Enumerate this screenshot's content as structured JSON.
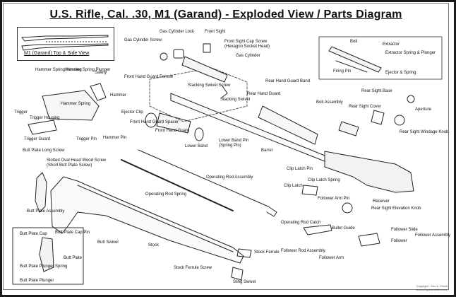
{
  "title": "U.S. Rifle, Cal. .30, M1 (Garand) - Exploded View / Parts Diagram",
  "inset_label": "M1 (Garand) Top & Side View",
  "labels": {
    "gas_cylinder_screw": "Gas Cylinder Screw",
    "gas_cylinder_lock": "Gas Cylinder Lock",
    "front_sight": "Front Sight",
    "front_sight_cap_screw": "Front Sight Cap Screw",
    "hexagon_socket_head": "(Hexagon Socket Head)",
    "gas_cylinder": "Gas Cylinder",
    "hammer_spring_housing": "Hammer Spring Housing",
    "hammer_spring_plunger": "Hammer Spring Plunger",
    "safety": "Safety",
    "hammer": "Hammer",
    "hammer_spring": "Hammer Spring",
    "trigger": "Trigger",
    "trigger_housing": "Trigger Housing",
    "trigger_guard": "Trigger Guard",
    "trigger_pin": "Trigger Pin",
    "hammer_pin": "Hammer Pin",
    "ejector_clip": "Ejector Clip",
    "front_hand_guard_ferrule": "Front Hand Guard Ferrule",
    "front_hand_guard_spacer": "Front Hand Guard Spacer",
    "front_hand_guard": "Front Hand Guard",
    "lower_band": "Lower Band",
    "lower_band_pin": "Lower Band Pin",
    "spring_pin": "(Spring Pin)",
    "stacking_swivel_screw": "Stacking Swivel Screw",
    "stacking_swivel": "Stacking Swivel",
    "rear_hand_guard_band": "Rear Hand Guard Band",
    "rear_hand_guard": "Rear Hand Guard",
    "barrel": "Barrel",
    "bolt": "Bolt",
    "extractor": "Extractor",
    "extractor_spring_plunger": "Extractor Spring & Plunger",
    "firing_pin": "Firing Pin",
    "ejector_spring": "Ejector & Spring",
    "bolt_assembly": "Bolt Assembly",
    "rear_sight_base": "Rear Sight Base",
    "rear_sight_cover": "Rear Sight Cover",
    "aperture": "Aperture",
    "rear_sight_windage_knob": "Rear Sight Windage Knob",
    "butt_plate_long_screw": "Butt Plate Long Screw",
    "slotted_oval_head_wood_screw": "Slotted Oval Head Wood Screw",
    "short_butt_plate_screw": "(Short Butt Plate Screw)",
    "operating_rod_assembly": "Operating Rod Assembly",
    "operating_rod_spring": "Operating Rod Spring",
    "clip_latch_pin": "Clip Latch Pin",
    "clip_latch_spring": "Clip Latch Spring",
    "clip_latch": "Clip Latch",
    "follower_arm_pin": "Follower Arm Pin",
    "receiver": "Receiver",
    "rear_sight_elevation_knob": "Rear Sight Elevation Knob",
    "butt_plate_assembly": "Butt Plate Assembly",
    "butt_plate_cap": "Butt Plate Cap",
    "butt_plate_cap_pin": "Butt Plate Cap Pin",
    "butt_plate": "Butt Plate",
    "butt_plate_plunger_spring": "Butt Plate Plunger Spring",
    "butt_plate_plunger": "Butt Plate Plunger",
    "butt_swivel": "Butt Swivel",
    "stock": "Stock",
    "operating_rod_catch": "Operating Rod Catch",
    "bullet_guide": "Bullet Guide",
    "follower_slide": "Follower Slide",
    "follower": "Follower",
    "follower_assembly": "Follower Assembly",
    "stock_ferrule": "Stock Ferrule",
    "follower_rod_assembly": "Follower Rod Assembly",
    "follower_arm": "Follower Arm",
    "stock_ferrule_screw": "Stock Ferrule Screw",
    "sling_swivel": "Sling Swivel"
  },
  "credit": [
    "Copyright - Eric A. Pewitt",
    "www.m1garandrifles.com"
  ]
}
